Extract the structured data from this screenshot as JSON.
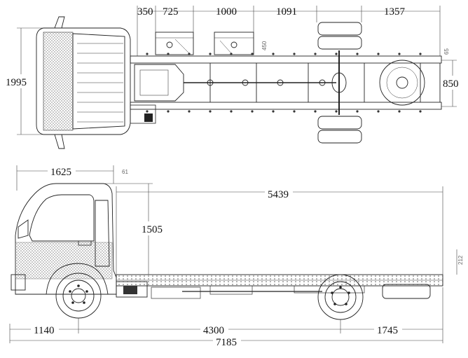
{
  "top_view": {
    "dim_350": "350",
    "dim_725": "725",
    "dim_1000": "1000",
    "dim_1091": "1091",
    "dim_1357": "1357",
    "dim_1995": "1995",
    "dim_850": "850",
    "dim_450": "450",
    "dim_65": "65"
  },
  "side_view": {
    "dim_1625": "1625",
    "dim_61": "61",
    "dim_5439": "5439",
    "dim_1505": "1505",
    "dim_212": "212",
    "dim_1140": "1140",
    "dim_4300": "4300",
    "dim_1745": "1745",
    "dim_7185": "7185"
  }
}
